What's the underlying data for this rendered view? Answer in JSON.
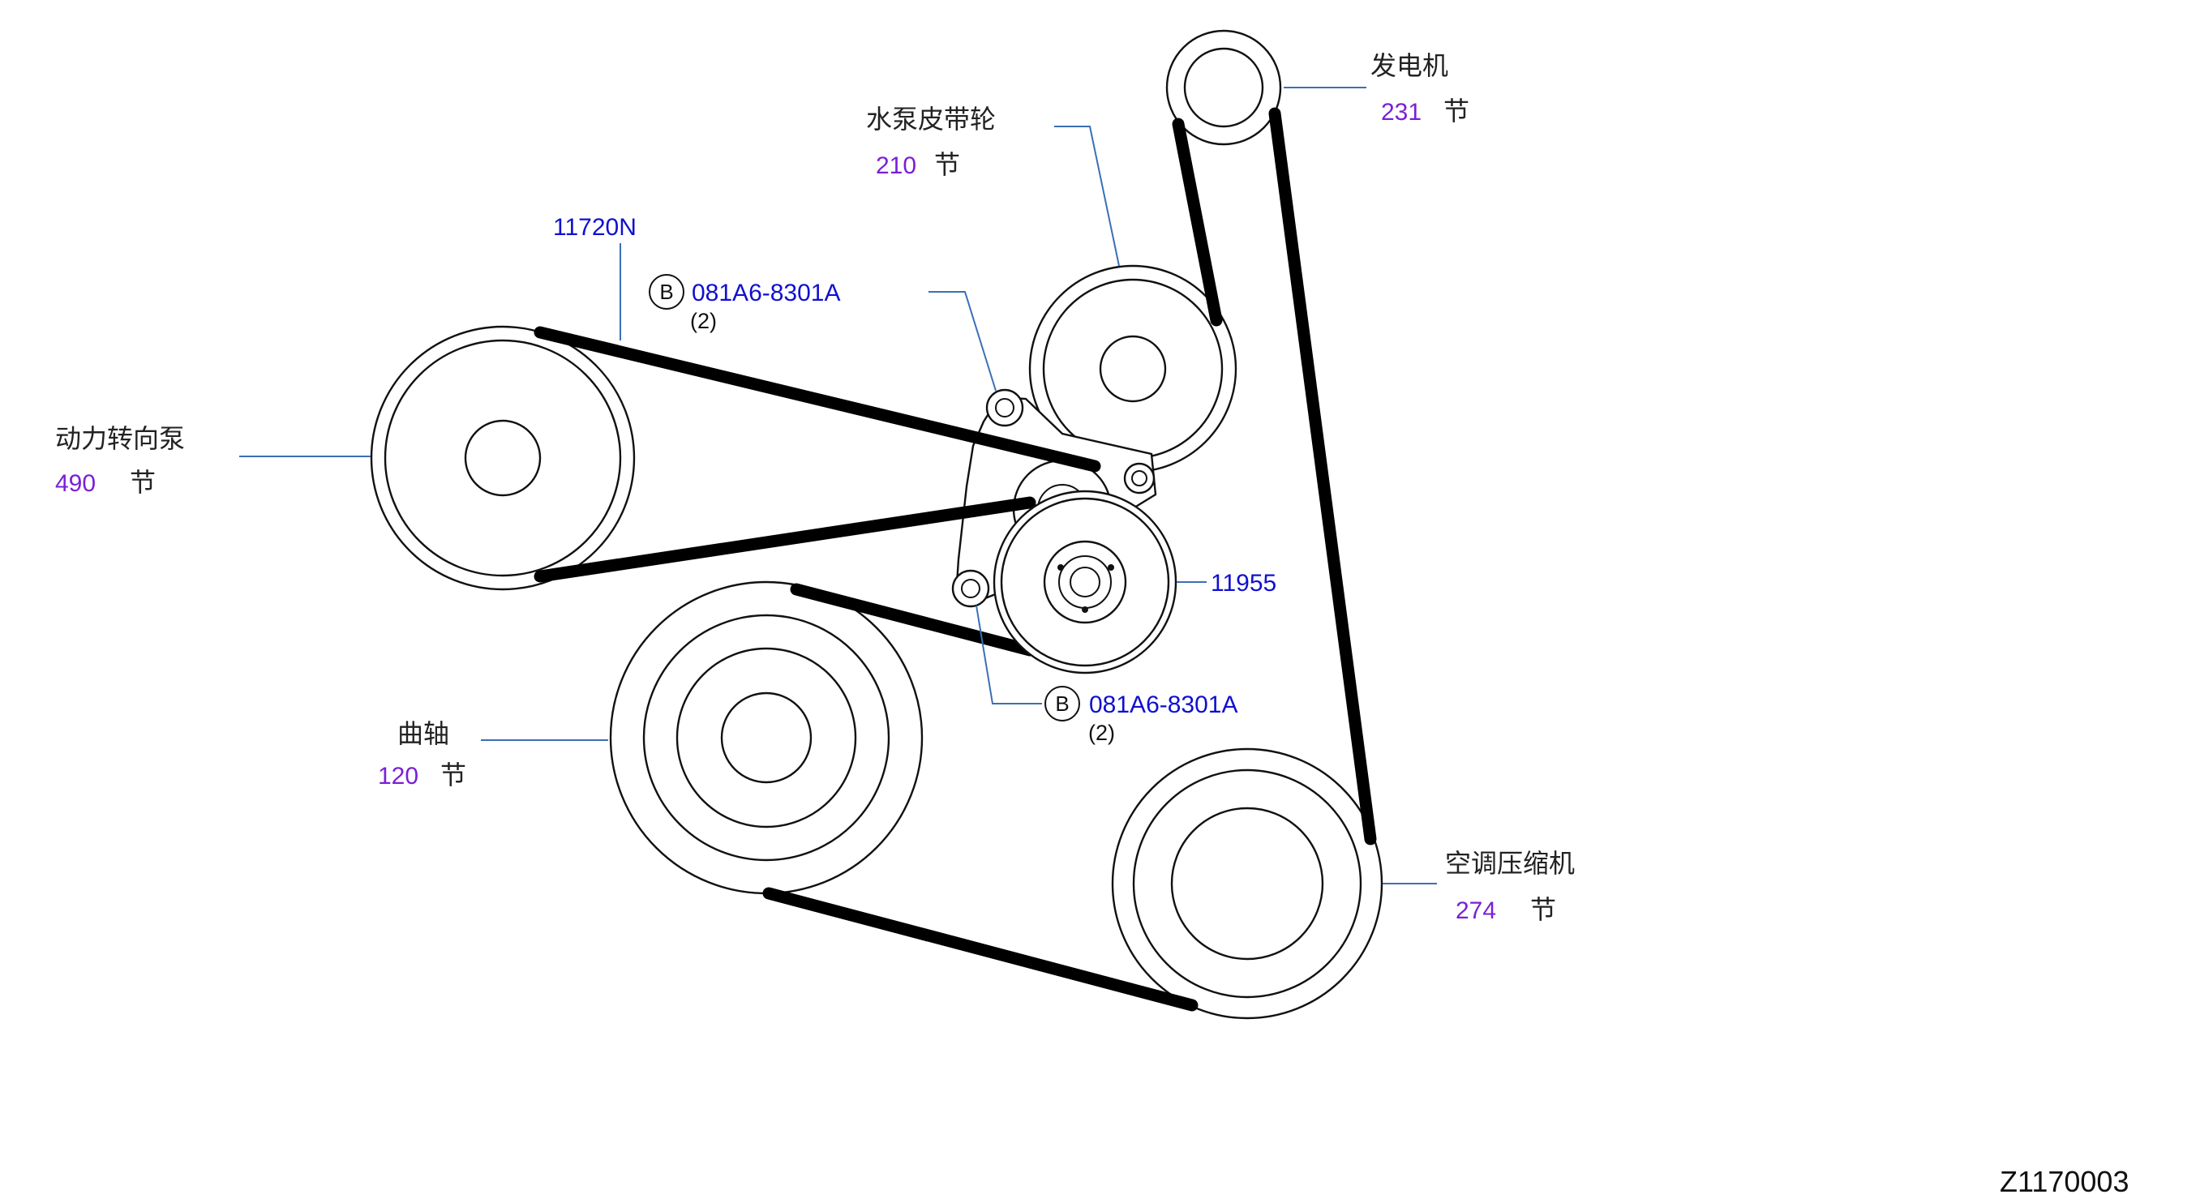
{
  "components": {
    "alternator": {
      "name": "发电机",
      "number": "231",
      "unit": "节"
    },
    "water_pump": {
      "name": "水泵皮带轮",
      "number": "210",
      "unit": "节"
    },
    "power_steering": {
      "name": "动力转向泵",
      "number": "490",
      "unit": "节"
    },
    "crankshaft": {
      "name": "曲轴",
      "number": "120",
      "unit": "节"
    },
    "ac_compressor": {
      "name": "空调压缩机",
      "number": "274",
      "unit": "节"
    }
  },
  "parts": {
    "belt": "11720N",
    "idler": "11955",
    "bolt_upper": {
      "marker": "B",
      "code": "081A6-8301A",
      "qty": "(2)"
    },
    "bolt_lower": {
      "marker": "B",
      "code": "081A6-8301A",
      "qty": "(2)"
    }
  },
  "diagram_code": "Z1170003"
}
